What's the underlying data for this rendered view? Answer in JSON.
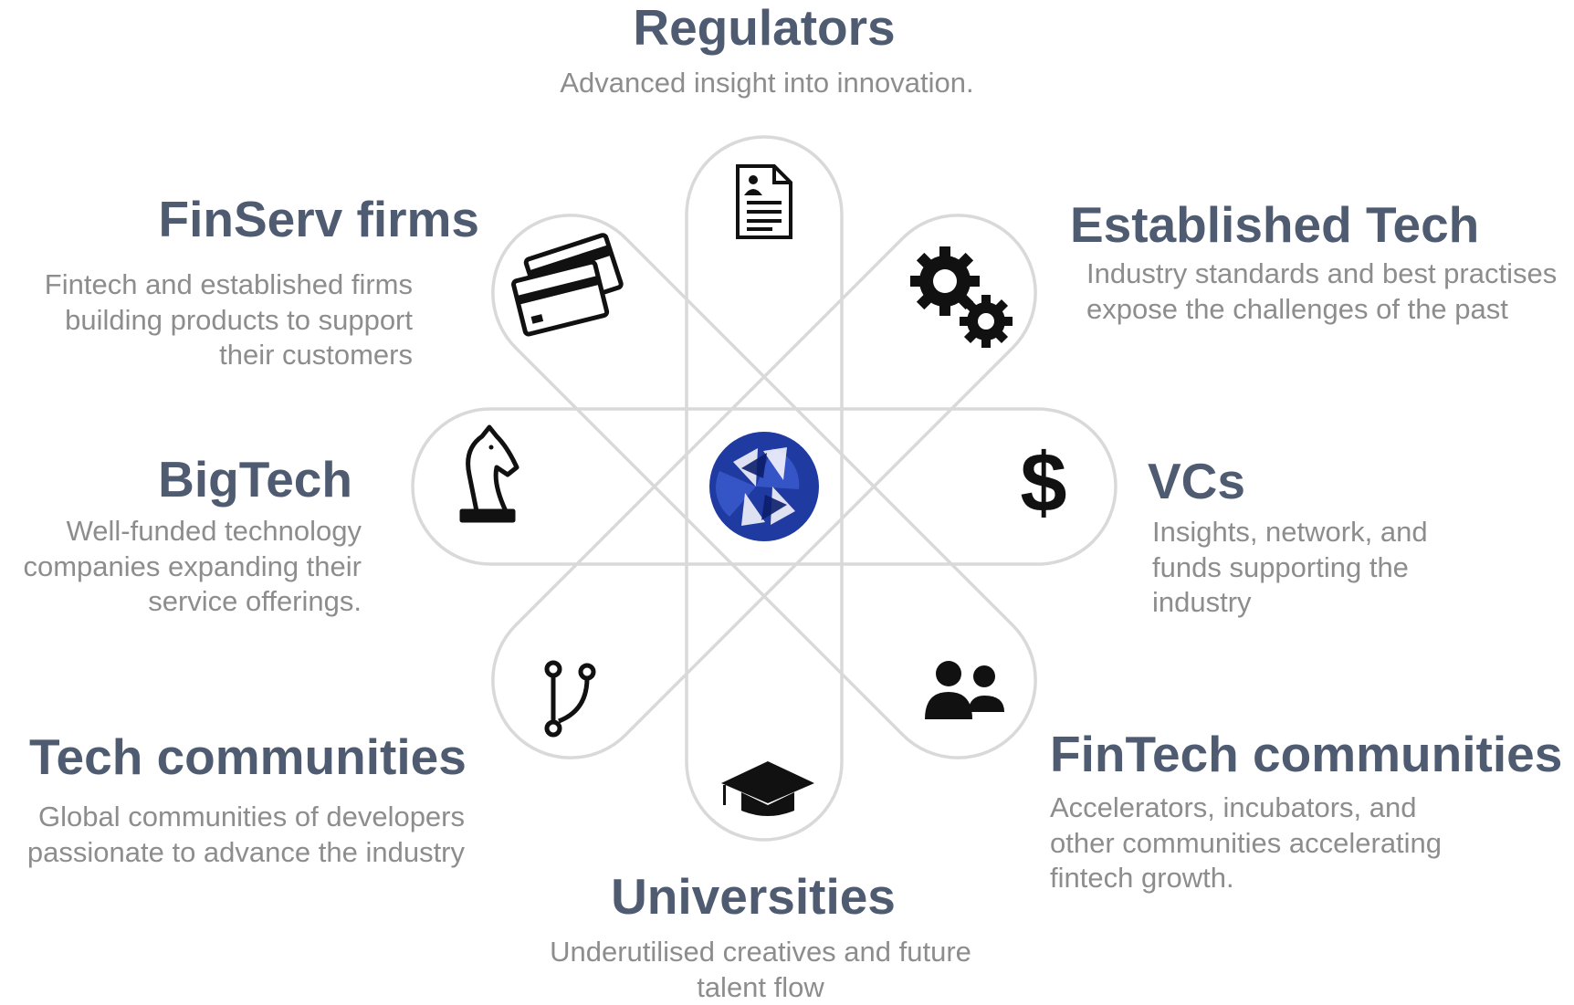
{
  "diagram": {
    "palette": {
      "title_color": "#4f5b70",
      "desc_color": "#8d8d8d",
      "petal_stroke": "#d9d9d9",
      "icon_color": "#111111",
      "logo_color": "#1f3aa0"
    },
    "center_logo": "aperture-logo",
    "stakeholders": [
      {
        "id": "regulators",
        "title": "Regulators",
        "icon": "document-icon",
        "desc": [
          "Advanced insight into innovation."
        ]
      },
      {
        "id": "established-tech",
        "title": "Established Tech",
        "icon": "gears-icon",
        "desc": [
          "Industry standards and best practises",
          "expose the challenges of the past"
        ]
      },
      {
        "id": "vcs",
        "title": "VCs",
        "icon": "dollar-icon",
        "desc": [
          "Insights, network, and",
          "funds supporting the",
          "industry"
        ]
      },
      {
        "id": "fintech-communities",
        "title": "FinTech communities",
        "icon": "people-icon",
        "desc": [
          "Accelerators, incubators, and",
          "other communities accelerating",
          "fintech growth."
        ]
      },
      {
        "id": "universities",
        "title": "Universities",
        "icon": "graduation-cap-icon",
        "desc": [
          "Underutilised creatives and future",
          "talent flow"
        ]
      },
      {
        "id": "tech-communities",
        "title": "Tech communities",
        "icon": "git-branch-icon",
        "desc": [
          "Global communities of developers",
          "passionate to advance the industry"
        ]
      },
      {
        "id": "bigtech",
        "title": "BigTech",
        "icon": "chess-knight-icon",
        "desc": [
          "Well-funded technology",
          "companies expanding their",
          "service offerings."
        ]
      },
      {
        "id": "finserv-firms",
        "title": "FinServ firms",
        "icon": "credit-cards-icon",
        "desc": [
          "Fintech and established firms",
          "building products to support",
          "their customers"
        ]
      }
    ]
  }
}
